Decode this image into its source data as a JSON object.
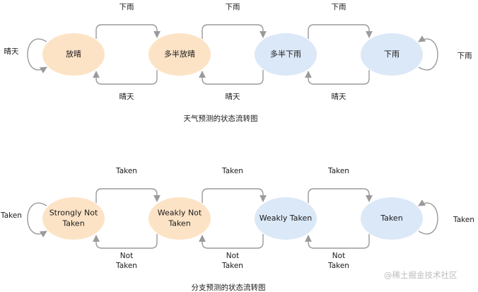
{
  "colors": {
    "orange_fill": "#fde3c6",
    "blue_fill": "#dbe8f8",
    "edge": "#9a9a9a",
    "text": "#1a1a1a"
  },
  "weather": {
    "states": [
      "放晴",
      "多半放晴",
      "多半下雨",
      "下雨"
    ],
    "state_colors": [
      "orange",
      "orange",
      "blue",
      "blue"
    ],
    "forward_label": "下雨",
    "backward_label": "晴天",
    "self_left": "晴天",
    "self_right": "下雨",
    "caption": "天气预测的状态流转图"
  },
  "branch": {
    "states": [
      [
        "Strongly Not",
        "Taken"
      ],
      [
        "Weakly Not",
        "Taken"
      ],
      [
        "Weakly Taken"
      ],
      [
        "Taken"
      ]
    ],
    "state_colors": [
      "orange",
      "orange",
      "blue",
      "blue"
    ],
    "forward_label": "Taken",
    "backward_label": [
      "Not",
      "Taken"
    ],
    "self_left": "Taken",
    "self_right": "Taken",
    "caption": "分支预测的状态流转图"
  },
  "watermark": "@稀土掘金技术社区"
}
